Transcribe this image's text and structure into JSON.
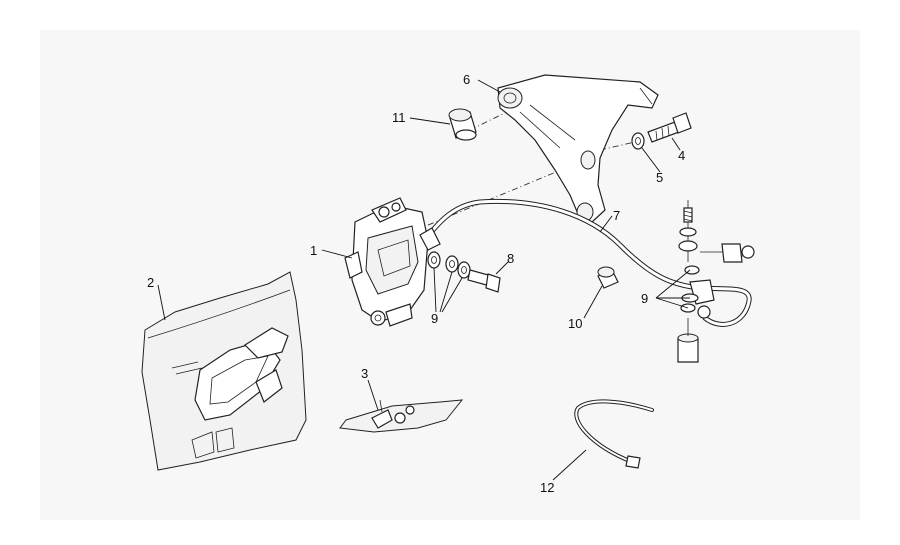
{
  "diagram": {
    "callouts": [
      "1",
      "2",
      "3",
      "4",
      "5",
      "6",
      "7",
      "8",
      "9",
      "9",
      "10",
      "11",
      "12"
    ]
  }
}
